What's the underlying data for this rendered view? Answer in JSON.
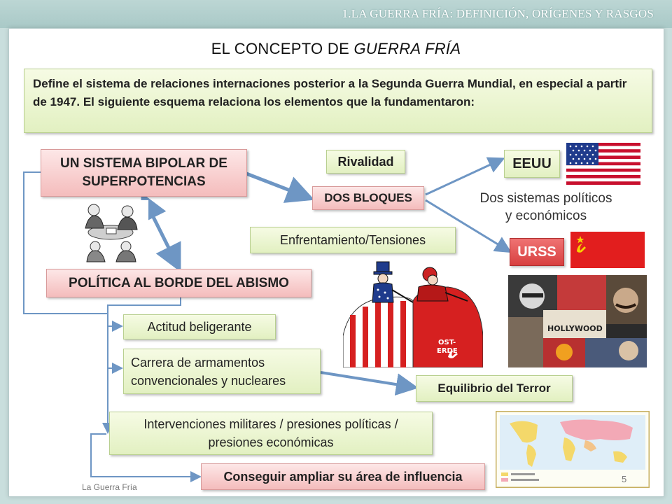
{
  "header": {
    "section_title": "1.LA GUERRA FRÍA: DEFINICIÓN, ORÍGENES Y RASGOS"
  },
  "slide": {
    "title_prefix": "EL CONCEPTO DE",
    "title_emphasis": "GUERRA FRÍA",
    "intro": "Define el sistema de relaciones internaciones posterior a la Segunda Guerra Mundial, en especial a partir de 1947. El siguiente esquema relaciona los elementos que la fundamentaron:",
    "boxes": {
      "bipolar_line1": "UN SISTEMA BIPOLAR DE",
      "bipolar_line2": "SUPERPOTENCIAS",
      "rivalidad": "Rivalidad",
      "dos_bloques": "DOS BLOQUES",
      "eeuu": "EEUU",
      "urss": "URSS",
      "sistemas_line1": "Dos sistemas políticos",
      "sistemas_line2": "y económicos",
      "enfrentamiento": "Enfrentamiento/Tensiones",
      "abismo": "POLÍTICA AL BORDE DEL ABISMO",
      "actitud": "Actitud beligerante",
      "carrera_line1": "Carrera de armamentos",
      "carrera_line2": "convencionales y nucleares",
      "equilibrio": "Equilibrio del Terror",
      "intervenciones_line1": "Intervenciones militares / presiones políticas /",
      "intervenciones_line2": "presiones económicas",
      "conseguir": "Conseguir ampliar su área de influencia"
    },
    "images": {
      "cartoon_leaders": "cartoon-leaders",
      "cartoon_uncle_sam": "cartoon-uncle-sam-vs-soviet",
      "collage": "propaganda-collage",
      "world_map": "world-map-blocs",
      "flag_us": "us-flag",
      "flag_ussr": "ussr-flag"
    },
    "cartoon_ost_line1": "OST-",
    "cartoon_ost_line2": "ERDE",
    "collage_hollywood": "HOLLYWOOD",
    "footer": "La Guerra Fría",
    "page_number": "5"
  },
  "colors": {
    "arrow": "#6e96c4",
    "green_box": "#e2f0c1",
    "pink_box": "#f4bcbc",
    "us_red": "#c8102e",
    "us_blue": "#1f3b8c",
    "ussr_red": "#e21e1e",
    "ussr_gold": "#f7d100"
  }
}
